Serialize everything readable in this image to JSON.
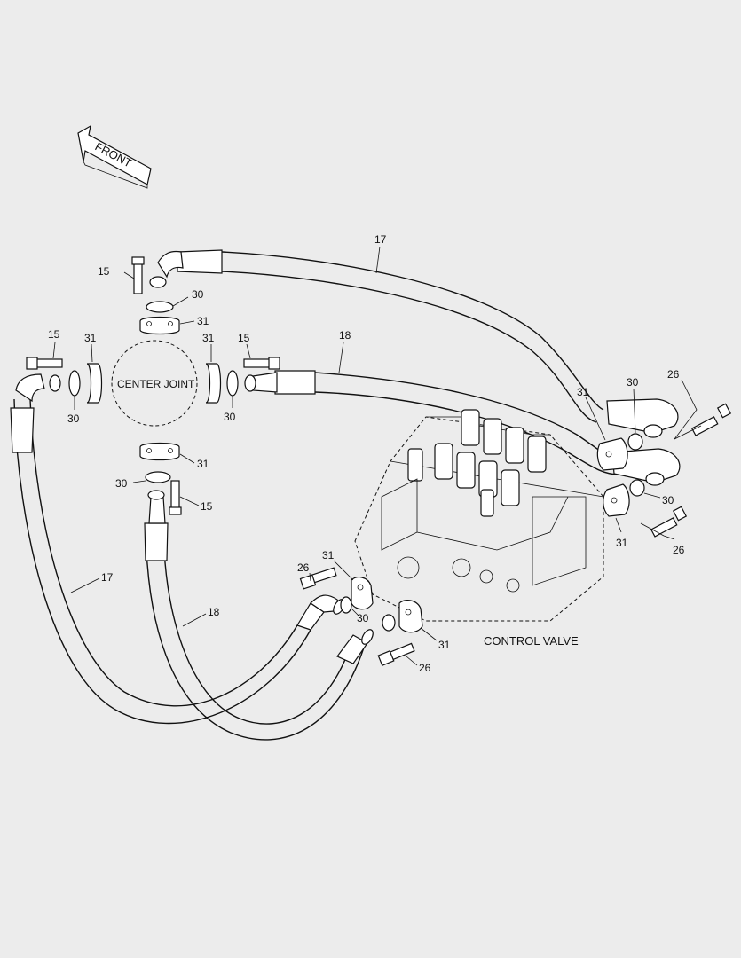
{
  "labels": {
    "front": "FRONT",
    "center_joint": "CENTER JOINT",
    "control_valve": "CONTROL VALVE"
  },
  "callouts": {
    "hose_17_top": "17",
    "hose_18_top": "18",
    "hose_17_left": "17",
    "hose_18_left": "18",
    "bolt_15_top": "15",
    "oring_30_top": "30",
    "flange_31_top": "31",
    "bolt_15_left": "15",
    "flange_31_left": "31",
    "oring_30_left": "30",
    "flange_31_cj_right": "31",
    "bolt_15_right": "15",
    "oring_30_cj_right": "30",
    "flange_31_bottom": "31",
    "oring_30_bottom": "30",
    "bolt_15_bottom": "15",
    "flange_31_cv_upper": "31",
    "oring_30_cv_upper": "30",
    "bolt_26_cv_upper": "26",
    "oring_30_cv_right": "30",
    "flange_31_cv_right": "31",
    "bolt_26_cv_right": "26",
    "bolt_26_cv_left": "26",
    "flange_31_cv_left": "31",
    "oring_30_cv_left": "30",
    "flange_31_cv_low": "31",
    "bolt_26_cv_low": "26"
  }
}
